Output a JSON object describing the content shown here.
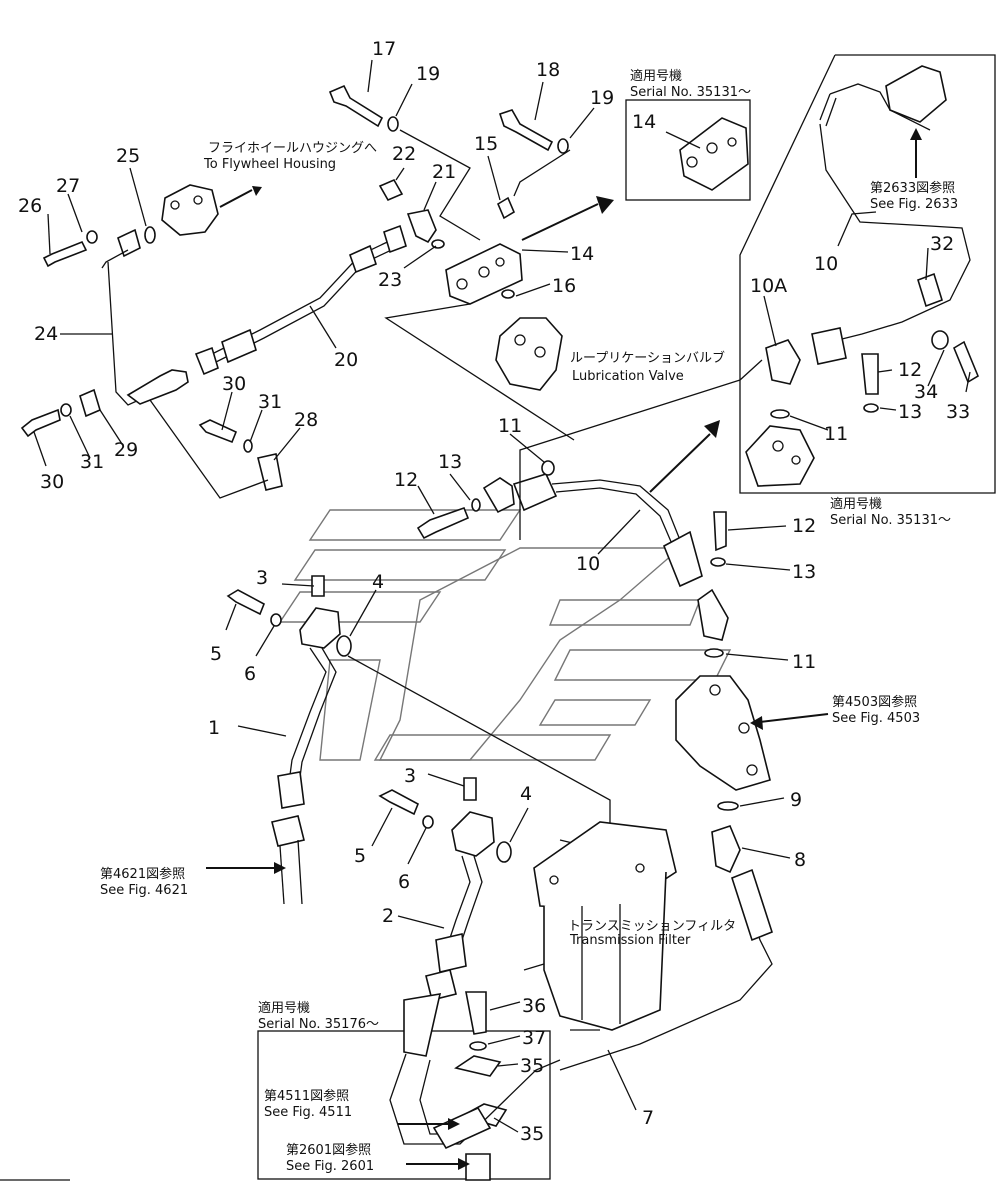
{
  "callouts": {
    "c1": "1",
    "c2": "2",
    "c3a": "3",
    "c3b": "3",
    "c4a": "4",
    "c4b": "4",
    "c5a": "5",
    "c5b": "5",
    "c6a": "6",
    "c6b": "6",
    "c7": "7",
    "c8": "8",
    "c9": "9",
    "c10a": "10",
    "c10b": "10",
    "c10A": "10A",
    "c11a": "11",
    "c11b": "11",
    "c11c": "11",
    "c12a": "12",
    "c12b": "12",
    "c12c": "12",
    "c13a": "13",
    "c13b": "13",
    "c13c": "13",
    "c14a": "14",
    "c14b": "14",
    "c15": "15",
    "c16": "16",
    "c17": "17",
    "c18": "18",
    "c19a": "19",
    "c19b": "19",
    "c20": "20",
    "c21": "21",
    "c22": "22",
    "c23": "23",
    "c24": "24",
    "c25": "25",
    "c26": "26",
    "c27": "27",
    "c28": "28",
    "c29": "29",
    "c30a": "30",
    "c30b": "30",
    "c31a": "31",
    "c31b": "31",
    "c32": "32",
    "c33": "33",
    "c34": "34",
    "c35a": "35",
    "c35b": "35",
    "c36": "36",
    "c37": "37"
  },
  "notes": {
    "flywheel_jp": "フライホイールハウジングへ",
    "flywheel_en": "To Flywheel Housing",
    "lube_jp": "ループリケーションバルブ",
    "lube_en": "Lubrication Valve",
    "applicable_jp_1": "適用号機",
    "serial_1": "Serial No. 35131～",
    "fig2633_jp": "第2633図参照",
    "fig2633_en": "See Fig. 2633",
    "applicable_jp_2": "適用号機",
    "serial_2": "Serial No. 35131～",
    "fig4503_jp": "第4503図参照",
    "fig4503_en": "See Fig. 4503",
    "fig4621_jp": "第4621図参照",
    "fig4621_en": "See Fig. 4621",
    "filter_jp": "トランスミッションフィルタ",
    "filter_en": "Transmission Filter",
    "applicable_jp_3": "適用号機",
    "serial_3": "Serial No. 35176～",
    "fig4511_jp": "第4511図参照",
    "fig4511_en": "See Fig. 4511",
    "fig2601_jp": "第2601図参照",
    "fig2601_en": "See Fig. 2601"
  }
}
